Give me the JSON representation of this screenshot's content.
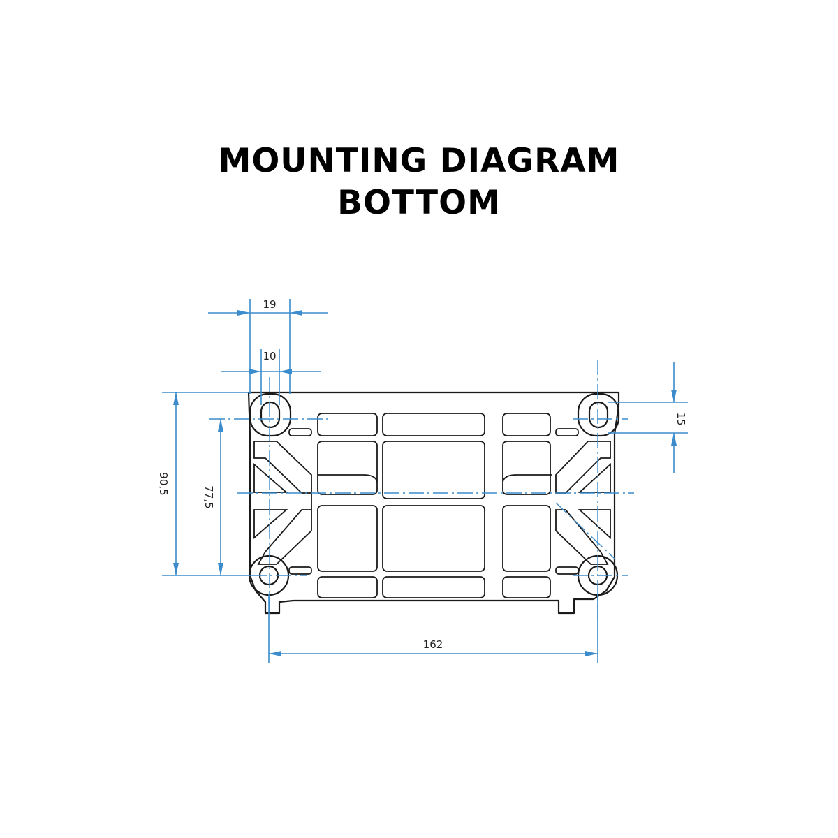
{
  "title": {
    "line1": "MOUNTING DIAGRAM",
    "line2": "BOTTOM"
  },
  "dimensions": {
    "top_outer_width": "19",
    "top_inner_width": "10",
    "right_height": "15",
    "left_outer_height": "90,5",
    "left_inner_height": "77,5",
    "bottom_width": "162"
  },
  "colors": {
    "dimension_lines": "#3b8ccc",
    "part_outline": "#1a1a1a",
    "title": "#000000"
  }
}
